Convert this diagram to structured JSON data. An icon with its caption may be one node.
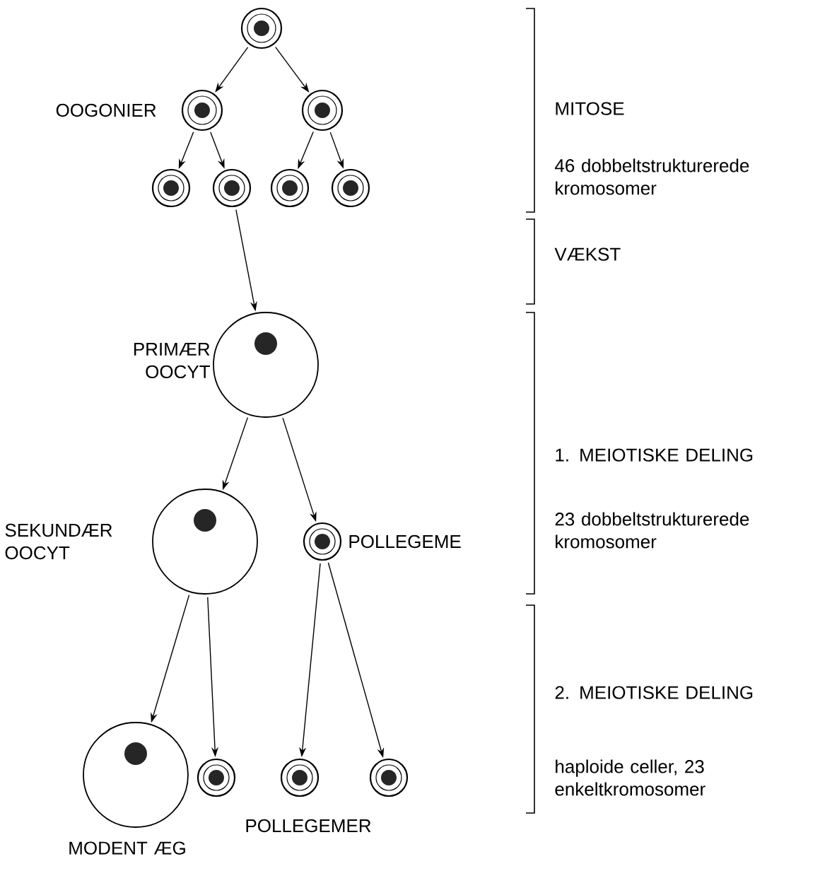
{
  "diagram": {
    "nodes": [
      {
        "text": [],
        "shape": "circle"
      },
      {
        "text": [],
        "shape": "circle",
        "beside": [
          "OOGONIER"
        ]
      },
      {
        "text": [],
        "shape": "circle"
      },
      {
        "text": [],
        "shape": "circle"
      },
      {
        "text": [],
        "shape": "circle"
      },
      {
        "text": [],
        "shape": "circle"
      },
      {
        "text": [],
        "shape": "circle"
      },
      {
        "text": [],
        "shape": "circle",
        "beside": [
          "PRIMÆR OOCYT"
        ]
      },
      {
        "text": [],
        "shape": "circle",
        "beside": [
          "SEKUNDÆR OOCYT"
        ]
      },
      {
        "text": [],
        "shape": "circle",
        "beside": [
          "POLLEGEME"
        ]
      },
      {
        "text": [],
        "shape": "circle",
        "beside": [
          "MODENT ÆG"
        ]
      },
      {
        "text": [],
        "shape": "circle"
      },
      {
        "text": [],
        "shape": "circle"
      },
      {
        "text": [],
        "shape": "circle"
      }
    ],
    "edges": [
      {
        "from": 0,
        "to": 1,
        "arrow": "to"
      },
      {
        "from": 0,
        "to": 2,
        "arrow": "to"
      },
      {
        "from": 1,
        "to": 3,
        "arrow": "to"
      },
      {
        "from": 1,
        "to": 4,
        "arrow": "to"
      },
      {
        "from": 2,
        "to": 5,
        "arrow": "to"
      },
      {
        "from": 2,
        "to": 6,
        "arrow": "to"
      },
      {
        "from": 4,
        "to": 7,
        "arrow": "to"
      },
      {
        "from": 7,
        "to": 8,
        "arrow": "to"
      },
      {
        "from": 7,
        "to": 9,
        "arrow": "to"
      },
      {
        "from": 8,
        "to": 10,
        "arrow": "to"
      },
      {
        "from": 8,
        "to": 11,
        "arrow": "to"
      },
      {
        "from": 9,
        "to": 12,
        "arrow": "to"
      },
      {
        "from": 9,
        "to": 13,
        "arrow": "to"
      }
    ],
    "labels": [
      "MITOSE",
      "46 dobbeltstrukturerede kromosomer",
      "VÆKST",
      "1. MEIOTISKE DELING",
      "23 dobbeltstrukturerede kromosomer",
      "2. MEIOTISKE DELING",
      "haploide celler, 23 enkeltkromosomer",
      "POLLEGEMER"
    ]
  }
}
